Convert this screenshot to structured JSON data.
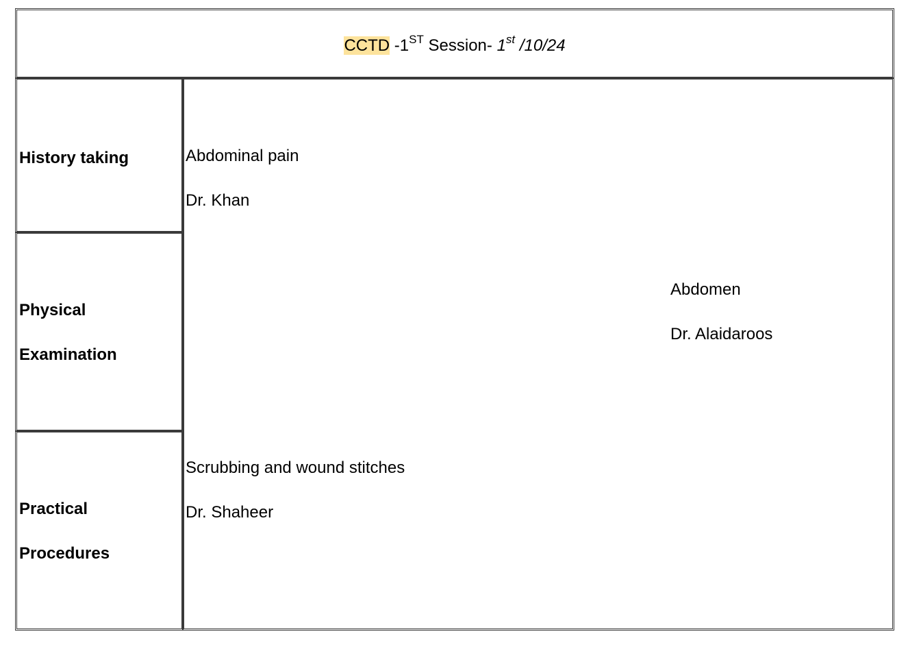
{
  "title": {
    "course": "CCTD",
    "session_prefix": " -1",
    "session_sup": "ST",
    "session_suffix": " Session- ",
    "date_day": "1",
    "date_sup": "st",
    "date_rest": " /10/24",
    "highlight_color": "#fde39c"
  },
  "rows": [
    {
      "label_lines": [
        "History taking"
      ],
      "topic": "Abdominal pain",
      "instructor": "Dr. Khan"
    },
    {
      "label_lines": [
        "Physical",
        "Examination"
      ],
      "topic": "Abdomen",
      "instructor": "Dr. Alaidaroos"
    },
    {
      "label_lines": [
        "Practical",
        "Procedures"
      ],
      "topic": "Scrubbing and wound stitches",
      "instructor": "Dr. Shaheer"
    }
  ]
}
